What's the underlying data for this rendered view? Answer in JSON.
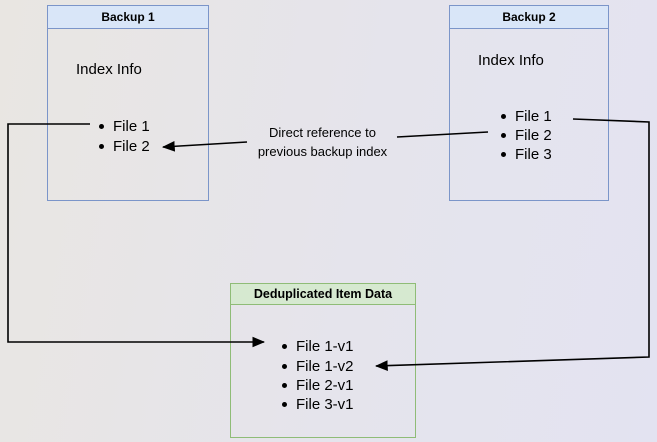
{
  "diagram": {
    "backup1": {
      "title": "Backup 1",
      "body_label": "Index Info",
      "items": [
        "File 1",
        "File 2"
      ]
    },
    "backup2": {
      "title": "Backup 2",
      "body_label": "Index Info",
      "items": [
        "File 1",
        "File 2",
        "File 3"
      ]
    },
    "dedup": {
      "title": "Deduplicated Item Data",
      "items": [
        "File 1-v1",
        "File 1-v2",
        "File 2-v1",
        "File 3-v1"
      ]
    },
    "edge_label": {
      "line1": "Direct reference to",
      "line2": "previous backup index"
    },
    "colors": {
      "blue_fill": "#d9e6f8",
      "blue_stroke": "#7b95c9",
      "green_fill": "#d6e9d0",
      "green_stroke": "#8fbc77",
      "connector": "#000000",
      "background_left": "#e9e6e2",
      "background_right": "#e3e3f1"
    }
  }
}
